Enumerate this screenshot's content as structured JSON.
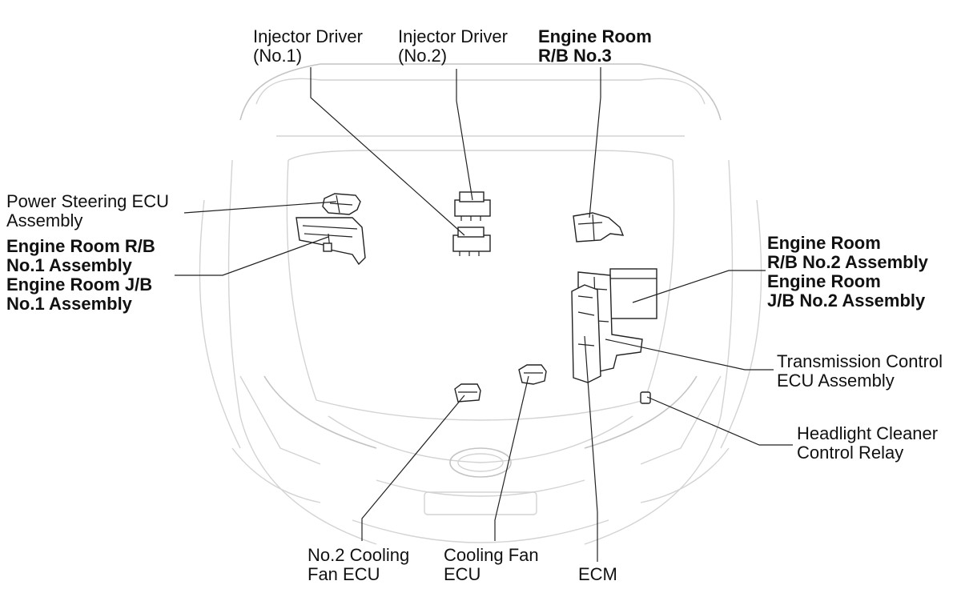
{
  "labels": {
    "injector_driver_1": [
      "Injector Driver",
      "(No.1)"
    ],
    "injector_driver_2": [
      "Injector Driver",
      "(No.2)"
    ],
    "engine_room_rb3": [
      "Engine Room",
      "R/B No.3"
    ],
    "power_steering_ecu": [
      "Power Steering ECU",
      "Assembly"
    ],
    "engine_room_rb1_jb1": [
      "Engine Room R/B",
      "No.1 Assembly",
      "Engine Room J/B",
      "No.1 Assembly"
    ],
    "engine_room_rb2_jb2": [
      "Engine Room",
      "R/B No.2 Assembly",
      "Engine Room",
      "J/B No.2 Assembly"
    ],
    "transmission_control_ecu": [
      "Transmission Control",
      "ECU Assembly"
    ],
    "headlight_cleaner_relay": [
      "Headlight Cleaner",
      "Control Relay"
    ],
    "no2_cooling_fan_ecu": [
      "No.2 Cooling",
      "Fan ECU"
    ],
    "cooling_fan_ecu": [
      "Cooling Fan",
      "ECU"
    ],
    "ecm": [
      "ECM"
    ]
  }
}
